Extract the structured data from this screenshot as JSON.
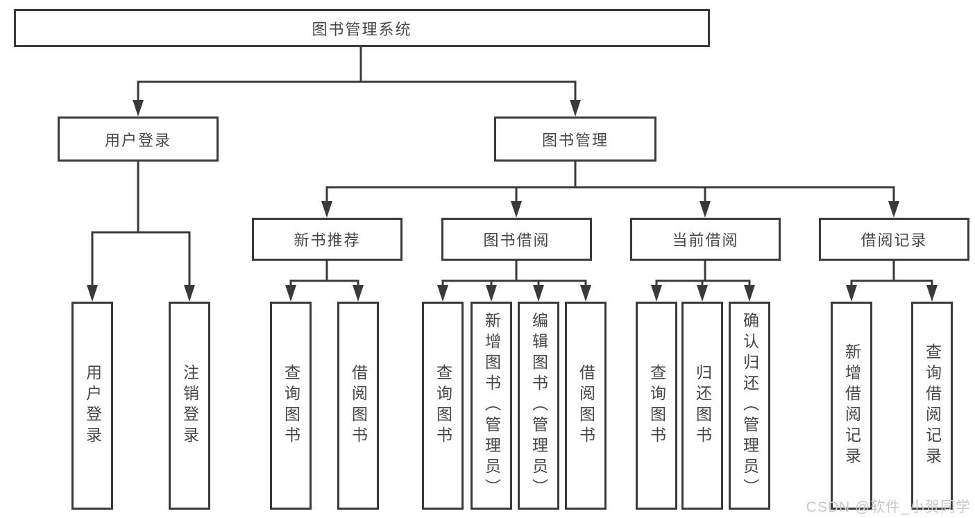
{
  "nodes": {
    "root": "图书管理系统",
    "user_login": "用户登录",
    "book_management": "图书管理",
    "new_book_recommend": "新书推荐",
    "book_borrow": "图书借阅",
    "current_borrow": "当前借阅",
    "borrow_records": "借阅记录"
  },
  "leaves": {
    "user_login": "用户登录",
    "logout": "注销登录",
    "recommend_query_books": "查询图书",
    "recommend_borrow_books": "借阅图书",
    "borrow_query_books": "查询图书",
    "add_books_admin": "新增图书（管理员）",
    "edit_books_admin": "编辑图书（管理员）",
    "borrow_borrow_books": "借阅图书",
    "current_query_books": "查询图书",
    "return_books": "归还图书",
    "confirm_return_admin": "确认归还（管理员）",
    "add_borrow_record": "新增借阅记录",
    "query_borrow_record": "查询借阅记录"
  },
  "watermark": "CSDN @软件_小贺同学",
  "colors": {
    "line": "#3a3a3a",
    "text": "#474747",
    "watermark": "#c8c8c8",
    "background": "#ffffff"
  }
}
